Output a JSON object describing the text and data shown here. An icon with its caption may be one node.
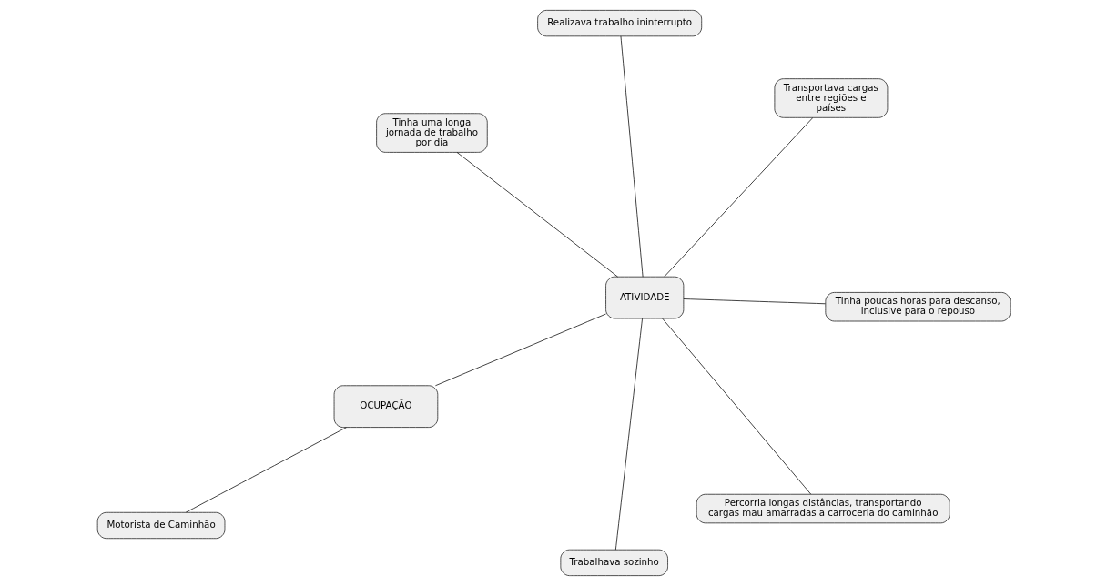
{
  "diagram": {
    "nodes": [
      {
        "text": [
          "OCUPAÇÃO"
        ]
      },
      {
        "text": [
          "ATIVIDADE"
        ]
      },
      {
        "text": [
          "Motorista de Caminhão"
        ]
      },
      {
        "text": [
          "Realizava trabalho ininterrupto"
        ]
      },
      {
        "text": [
          "Transportava cargas entre regiões e países"
        ]
      },
      {
        "text": [
          "Tinha uma longa jornada de trabalho por dia"
        ]
      },
      {
        "text": [
          "Trabalhava sozinho"
        ]
      },
      {
        "text": [
          "Tinha poucas horas para descanso, inclusive para o repouso"
        ]
      },
      {
        "text": [
          "Percorria longas distâncias, transportando cargas mau amarradas a carroceria do caminhão"
        ]
      }
    ],
    "edges": [
      {
        "from": 0,
        "to": 1,
        "arrow": "none"
      },
      {
        "from": 0,
        "to": 2,
        "arrow": "none"
      },
      {
        "from": 1,
        "to": 3,
        "arrow": "none"
      },
      {
        "from": 1,
        "to": 4,
        "arrow": "none"
      },
      {
        "from": 1,
        "to": 5,
        "arrow": "none"
      },
      {
        "from": 1,
        "to": 6,
        "arrow": "none"
      },
      {
        "from": 1,
        "to": 7,
        "arrow": "none"
      },
      {
        "from": 1,
        "to": 8,
        "arrow": "none"
      }
    ]
  }
}
